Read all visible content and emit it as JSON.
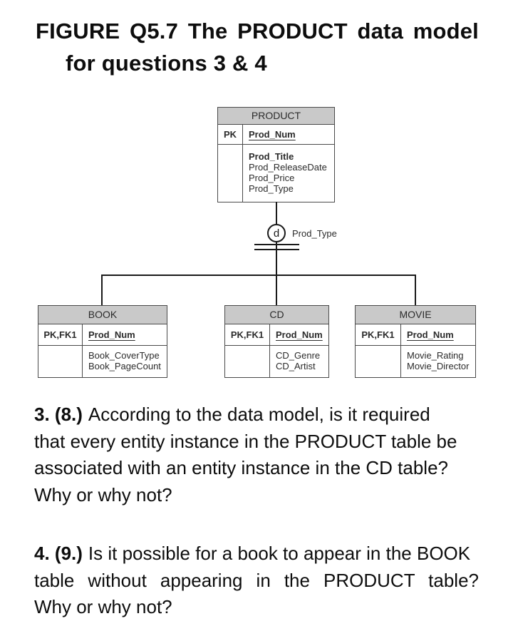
{
  "page": {
    "title_line1": "FIGURE Q5.7 The PRODUCT data model",
    "title_line2": "for questions 3 & 4"
  },
  "diagram": {
    "supertype": {
      "name": "PRODUCT",
      "key_label": "PK",
      "key_attribute": "Prod_Num",
      "attributes": [
        "Prod_Title",
        "Prod_ReleaseDate",
        "Prod_Price",
        "Prod_Type"
      ]
    },
    "connector": {
      "circle_label": "d",
      "discriminator_label": "Prod_Type"
    },
    "subtypes": [
      {
        "name": "BOOK",
        "key_label": "PK,FK1",
        "key_attribute": "Prod_Num",
        "attributes": [
          "Book_CoverType",
          "Book_PageCount"
        ]
      },
      {
        "name": "CD",
        "key_label": "PK,FK1",
        "key_attribute": "Prod_Num",
        "attributes": [
          "CD_Genre",
          "CD_Artist"
        ]
      },
      {
        "name": "MOVIE",
        "key_label": "PK,FK1",
        "key_attribute": "Prod_Num",
        "attributes": [
          "Movie_Rating",
          "Movie_Director"
        ]
      }
    ],
    "colors": {
      "header_fill": "#c9c9c9",
      "box_border": "#4a4a4a",
      "connector_line": "#1a1a1a"
    }
  },
  "questions": [
    {
      "prefix": "3. (8.)",
      "lines": [
        "According to the data model, is it required",
        "that every entity instance in the PRODUCT table be",
        "associated with an entity instance in the CD table?",
        "Why or why not?"
      ]
    },
    {
      "prefix": "4. (9.)",
      "lines": [
        "Is it possible for a book to appear in the BOOK",
        "table without appearing in the PRODUCT table?",
        "Why or why not?"
      ]
    }
  ]
}
